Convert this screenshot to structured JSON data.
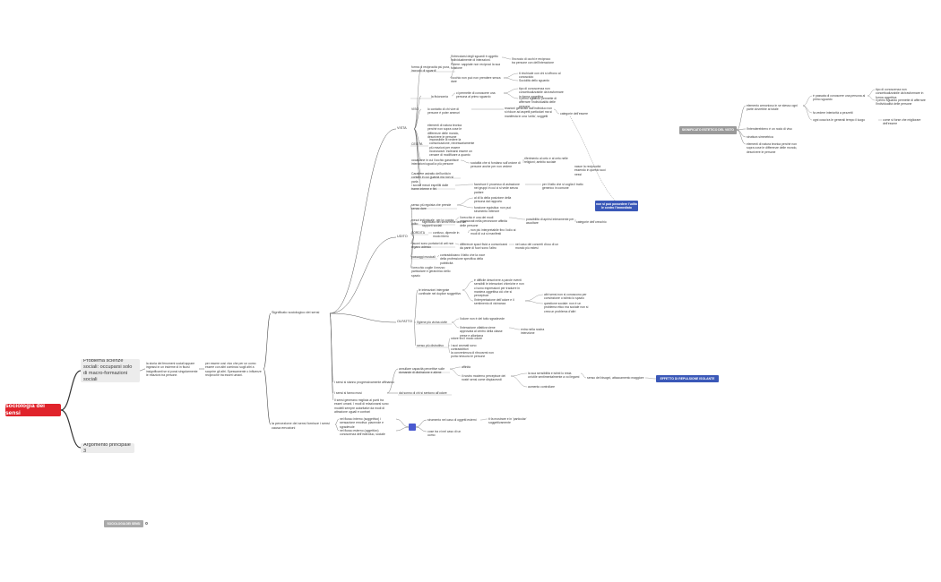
{
  "mindmap": {
    "root": "sociologia dei sensi",
    "main_topics": [
      "Problema scienze sociali: occuparsi solo di macro-formazioni sociali",
      "Argomento principale 3"
    ],
    "floating_tag": "SOCIOLOGIA DEI SENSI",
    "nodes": {
      "problem_desc": "la storia dei fenomeni sociali appare ingrassi in un insieme di in fluosi insignificanti se si possi singolarmente le relazioni tra persone.",
      "interaction_desc": "per essere così vivo che per un uomo essere con altri comincio sugli altri a scoprire gli altri. Spessamente o influenze reciproche tra esseri umani.",
      "significato": "Significato sociologico dei sensi",
      "perception": "la percezione dei sensi fornisce i sensi causa emozioni",
      "sensi_sviluppo": "I sensi si stanno progressivamente affinando",
      "sensi_raffinati": "I sensi si fanno mosi",
      "grandi_tipi": "Il sensi generano miglioia ai punti tra esseri umani. I modi di relazionarsi sono modelli sempre autoritativi da modi di attrazione uguali e contrari",
      "vista": "VISTA",
      "udito": "UDITO",
      "olfatto": "OLFATTO",
      "v1": "forma di reciprocità più pura, incrocio di sguardi",
      "v1a": "l'intrecciarsi degli sguardi è oggetto individualmente di interazioni. Potere: sappiate non reciproci la sua funzione",
      "v1a1": "l'incrocio di occhi e reciproco tra persone con dell'interazione",
      "v1b": "l'occhio non può non prendere senza dare",
      "v1b1": "ti rinchiude con chi si offrono al conosciuto",
      "v1b2": "Sociolità dello sguardo",
      "v2": "la fisionomia",
      "v2a": "ci permette di conoscere una persona al primo sguardo",
      "v2a1": "tipo di conoscenza non concettualizzabile da trasformare in forma oggettiva",
      "v2a2": "il primo sguardo permette di afferrare l'individualità delle persone",
      "v3": "VISO",
      "v3a": "lo contatto di chi vive di persone è poter ammuri",
      "v3a1": "reazioni generate dall'individuo non si riduce ad aspetti particolari ma si manifesta in una 'unità', soggetti",
      "v3a2": "categorie dell'essere",
      "v4": "elementi di natura teorica perché non sopra cose le differenze delle mondo, descrivere le persone",
      "v5": "CECITÀ",
      "v5a": "impossibile di vedere la comunicazione, necessariamente più reazioni per essere riconosciuti: inclinarsi essere un cercare di modificare a quanto",
      "v6": "occasione in cui l'occhio garantisce interazioni uguali a più persone",
      "v6a": "socialità che si fondano sull'unione di persone anche per non vedere",
      "v6b": "riferimento al ceto e al ceto nelle religioni; ambito sociale",
      "v7": "Carattere astratto dell'unità in contatti in cui guarda ma non si parla",
      "v8": "i sociali mezzi espelliti dalle trame interne e fini",
      "v8a": "favorisce il processo di astrazione nei gruppi in cui ci si vede senza parlare",
      "v8b": "per il fatto che si voglia il tratto generico in comune",
      "note_marker": "nasce la reciprocità essendo in questo suoi nessi",
      "blue1": "non si può possedere l'udito le contro l'immediato",
      "u1": "significato dei sensi nelle fasi dei rapporti sociali",
      "u2": "senso più egoista che prende senza dare",
      "u2a": "al di là della posizione della persona dal rapporto",
      "u2b": "funzione egoistica: non può strumento inferiore",
      "u3": "mezzi individuale, per la coppia udito",
      "u3a": "l'orecchio è una dei modi organizzati nella percezione affinità delle persone",
      "u3a1": "possibilità di aprirsi interamente per ascoltare",
      "u3a2": "categorie dell'orecchio",
      "u4": "SORDITÀ",
      "u4a": "confuso, dipende in modo libero",
      "u4b": "non più interpretabile fino l'odio ai modi di cui si manifesti",
      "u5": "i suoni sono portatori di arti non legano adesso",
      "u5a": "differenze spazi fisici a comunicarsi da parte di fuori sono l'altro",
      "u5b": "nel caso dei concerti d'uso di un mondo più estesi",
      "u6": "passaggi musicali",
      "u6a": "contraddiciano il fatto che la voce della professione specifica della pubblicità",
      "u7": "l'orecchio coglie il mezzo particolare e gerarchico dello spazio",
      "o1": "le interazioni intergrate confinate nel duplice soggettivo",
      "o1a": "è difficile descrivere a parole eventi sensibili le interazioni chimiche e non ci sono espressioni per tradurre in maniera oggettiva ciò che si percepisce",
      "o1b": "l'interpretazione dell'odore e il sentimento di vicinanza",
      "o1b1": "altri sensi non si conoscono per convinzione o istinto lo spazio",
      "o1b2": "questione sociale: non è un problema etico ma sociale non si crea un problema d'altri",
      "o2": "l'igiene più vicina civile",
      "o2a": "l'odore non è del tutto sgradevole",
      "o2b": "l'interazione olfattiva viene approvata al centro della classe prese e allontana",
      "o2c": "entra nella nostra intenzione",
      "o3": "senso più distruttivo",
      "o3a": "odore tra il modo odore",
      "o3b": "i suoi aromati sono contraddittori",
      "o3c": "la convenienza di ritrovarmi non porta nessuno le persone",
      "r1": "annullare capacità percettive sulle domande di distinzione e aliene",
      "r1a": "affinità",
      "r1b": "il nostro moderno percepisce dei nostri sensi come dispiacevoli",
      "r1b1": "la sua sensibilità e istinti lo resta un'utile sentimentalmente a voi legami",
      "r1b1a": "senso dei bisogni, attaccamento maggiore",
      "r1b2": "aumento controllare",
      "blue2": "EFFETTO DI REPULSIONE ISOLANTE",
      "r2": "dal sonno di chi si sentono all'odore",
      "p1": "nel flusso interno (soggettivo) i sensazione emotiva: piacevole e sgradevole",
      "p2": "nel flusso esterno (oggettivo) conoscenza dell'individuo, sociale",
      "p1a": "strumento nel caso di oggetti esterni",
      "p1a1": "ti fa mostrare e in 'particolar' soggettivamente",
      "p2a": "cose tra vi nel caso di un uomo",
      "gray_box": "SIGNIFICATO ESTETICO DEL VISTO",
      "g1": "elemento armonioso in se stesso ogni parte dovrebbe al totale",
      "g1a": "è passata di conoscere una persona al primo sguardo",
      "g1a1": "tipo di conoscenza non concettualizzabile da trasformare in forma oggettiva",
      "g1a2": "il primo sguardo permette di afferrare l'individualità delle persone",
      "g1b": "fa vedere interiorità a pezzetti",
      "g1c": "ogni cosa tra le generali tempo il luogo",
      "g1c1": "come si forse che migliorare dell'essere",
      "g2": "l'intenderebbero è un nodo di viso",
      "g3": "struttura simmetrica",
      "g4": "elementi di natura teorica perché non sopra cose le differenze delle mondo, descrivere le persone"
    }
  }
}
